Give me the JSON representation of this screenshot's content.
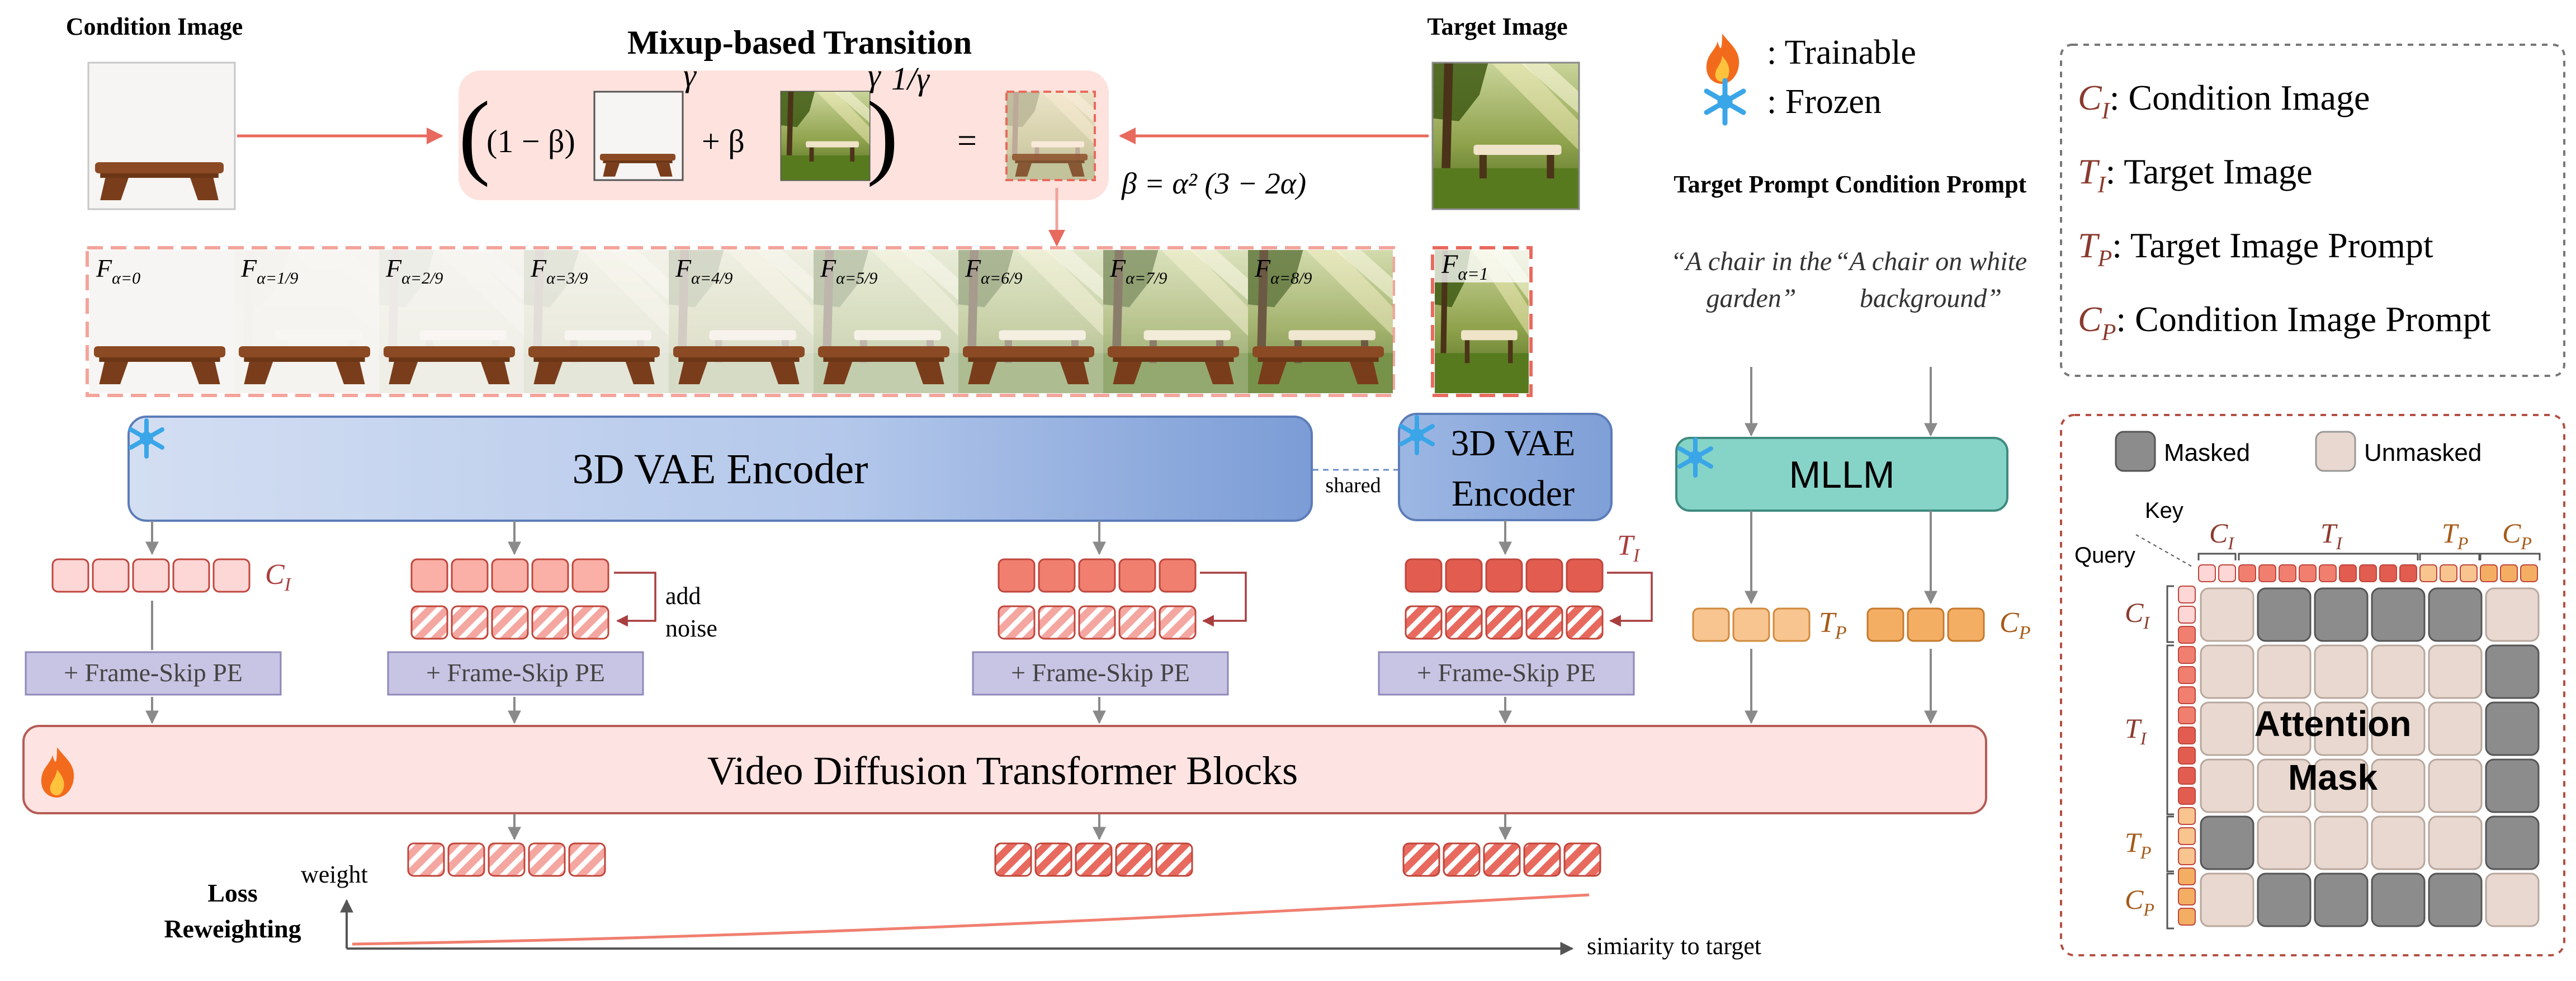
{
  "colors": {
    "accent_red": "#e06666",
    "dark_red": "#a93e3e",
    "token_light": "#fdd6d6",
    "token_mid": "#fab0a6",
    "token_strong": "#f07f70",
    "token_dark": "#e25c50",
    "orange_token": "#f8c48f",
    "orange_token_dark": "#f4ae63",
    "vae_left": "#cfdcf1",
    "vae_right": "#7d9fd8",
    "mllm_fill": "#86d3c8",
    "pe_fill": "#c8c4e3",
    "dit_fill": "#fde3e1",
    "masked": "#8c8c8c",
    "unmasked": "#e8d8cf"
  },
  "labels": {
    "condition_image": "Condition Image",
    "target_image": "Target Image",
    "mixup_title": "Mixup-based Transition",
    "beta_formula": "β = α² (3 − 2α)",
    "formula_one_minus_beta": "(1 − β)",
    "formula_plus_beta": "+ β",
    "formula_equals": "=",
    "formula_gamma": "γ",
    "formula_inv_gamma": "1/γ"
  },
  "frames": [
    {
      "label": "F",
      "sub": "α=0"
    },
    {
      "label": "F",
      "sub": "α=1/9"
    },
    {
      "label": "F",
      "sub": "α=2/9"
    },
    {
      "label": "F",
      "sub": "α=3/9"
    },
    {
      "label": "F",
      "sub": "α=4/9"
    },
    {
      "label": "F",
      "sub": "α=5/9"
    },
    {
      "label": "F",
      "sub": "α=6/9"
    },
    {
      "label": "F",
      "sub": "α=7/9"
    },
    {
      "label": "F",
      "sub": "α=8/9"
    }
  ],
  "frame_last": {
    "label": "F",
    "sub": "α=1"
  },
  "legend": {
    "trainable": ": Trainable",
    "frozen": ": Frozen"
  },
  "prompts": {
    "target_title": "Target Prompt",
    "target_text": "“A chair in the garden”",
    "condition_title": "Condition Prompt",
    "condition_text": "“A chair on white background”"
  },
  "modules": {
    "vae_encoder": "3D VAE Encoder",
    "vae_encoder_small_line1": "3D VAE",
    "vae_encoder_small_line2": "Encoder",
    "shared": "shared",
    "mllm": "MLLM",
    "frame_skip_pe": "+ Frame-Skip PE",
    "dit_blocks": "Video Diffusion Transformer Blocks"
  },
  "token_labels": {
    "ci": "C",
    "ci_sub": "I",
    "ti": "T",
    "ti_sub": "I",
    "tp": "T",
    "tp_sub": "P",
    "cp": "C",
    "cp_sub": "P",
    "add_noise_1": "add",
    "add_noise_2": "noise"
  },
  "loss": {
    "title_line1": "Loss",
    "title_line2": "Reweighting",
    "y_axis": "weight",
    "x_axis": "simiarity to target"
  },
  "notation_legend": [
    {
      "sym": "C",
      "sub": "I",
      "text": ": Condition Image"
    },
    {
      "sym": "T",
      "sub": "I",
      "text": ": Target Image"
    },
    {
      "sym": "T",
      "sub": "P",
      "text": ": Target Image Prompt"
    },
    {
      "sym": "C",
      "sub": "P",
      "text": ": Condition Image Prompt"
    }
  ],
  "attention": {
    "masked": "Masked",
    "unmasked": "Unmasked",
    "key": "Key",
    "query": "Query",
    "title_line1": "Attention",
    "title_line2": "Mask",
    "cols": [
      {
        "sym": "C",
        "sub": "I"
      },
      {
        "sym": "T",
        "sub": "I"
      },
      {
        "sym": "T",
        "sub": "P"
      },
      {
        "sym": "C",
        "sub": "P"
      }
    ],
    "rows": [
      {
        "sym": "C",
        "sub": "I"
      },
      {
        "sym": "T",
        "sub": "I"
      },
      {
        "sym": "T",
        "sub": "P"
      },
      {
        "sym": "C",
        "sub": "P"
      }
    ],
    "grid": [
      [
        0,
        1,
        1,
        1,
        1,
        0
      ],
      [
        0,
        0,
        0,
        0,
        0,
        1
      ],
      [
        0,
        0,
        0,
        0,
        0,
        1
      ],
      [
        0,
        0,
        0,
        0,
        0,
        1
      ],
      [
        1,
        0,
        0,
        0,
        0,
        1
      ],
      [
        0,
        1,
        1,
        1,
        1,
        0
      ]
    ]
  }
}
